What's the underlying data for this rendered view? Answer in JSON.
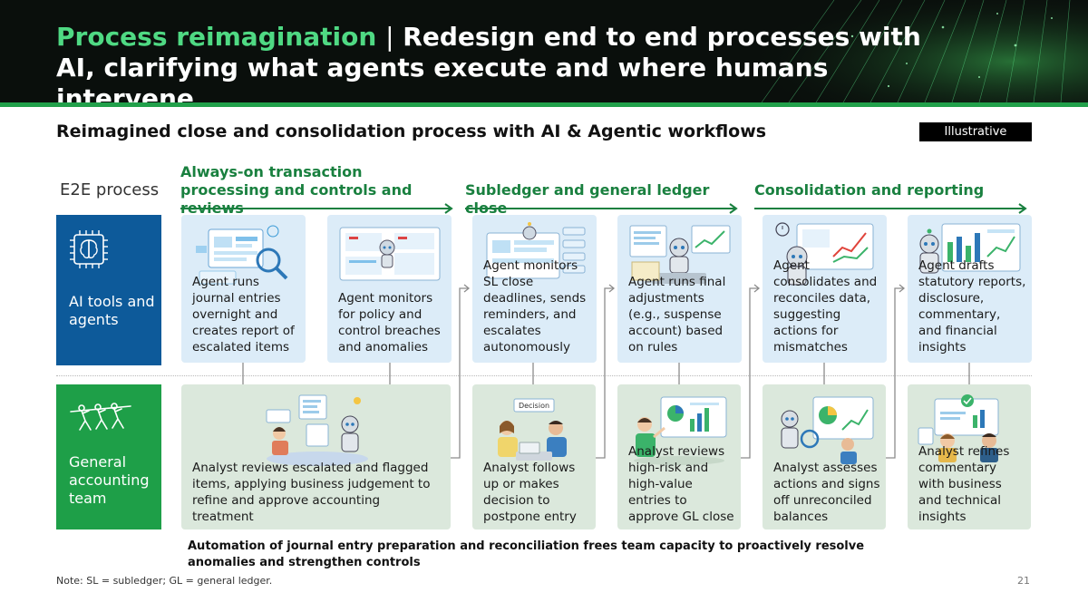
{
  "header": {
    "title_accent": "Process reimagination",
    "separator": "|",
    "title_rest": "Redesign end to end processes with AI, clarifying what agents execute and where humans intervene"
  },
  "subtitle": "Reimagined close and consolidation process with AI & Agentic workflows",
  "tag": "Illustrative",
  "e2e_label": "E2E process",
  "phases": [
    {
      "title": "Always-on transaction processing and controls and reviews"
    },
    {
      "title": "Subledger and general ledger close"
    },
    {
      "title": "Consolidation and reporting"
    }
  ],
  "rows": {
    "ai": {
      "label": "AI tools and agents"
    },
    "team": {
      "label": "General accounting team"
    }
  },
  "ai_cards": [
    {
      "text": "Agent runs journal entries overnight and creates report of escalated items"
    },
    {
      "text": "Agent monitors for policy and control breaches and anomalies"
    },
    {
      "text": "Agent monitors SL close deadlines, sends reminders, and escalates autonomously"
    },
    {
      "text": "Agent runs final adjustments (e.g., suspense account) based on rules"
    },
    {
      "text": "Agent consolidates and reconciles data, suggesting actions for mismatches"
    },
    {
      "text": "Agent drafts statutory reports, disclosure, commentary, and financial insights"
    }
  ],
  "team_cards": [
    {
      "text": "Analyst reviews escalated and flagged items, applying business judgement to refine and approve accounting treatment"
    },
    {
      "text": "Analyst follows up or makes decision to postpone entry"
    },
    {
      "text": "Analyst reviews high-risk and high-value entries to approve GL close"
    },
    {
      "text": "Analyst assesses actions and signs off unreconciled balances"
    },
    {
      "text": "Analyst refines commentary with business and technical insights"
    }
  ],
  "illustration_labels": {
    "decision_tag": "Decision"
  },
  "footer_note": "Automation of journal entry preparation and reconciliation frees team capacity to proactively resolve anomalies and strengthen controls",
  "source_note": "Note: SL = subledger; GL = general ledger.",
  "page_number": "21",
  "colors": {
    "accent_green": "#19803f",
    "ai_blue": "#0d5a9a",
    "team_green": "#1e9f48",
    "ai_card_bg": "#dcecf8",
    "team_card_bg": "#dbe8dc"
  }
}
